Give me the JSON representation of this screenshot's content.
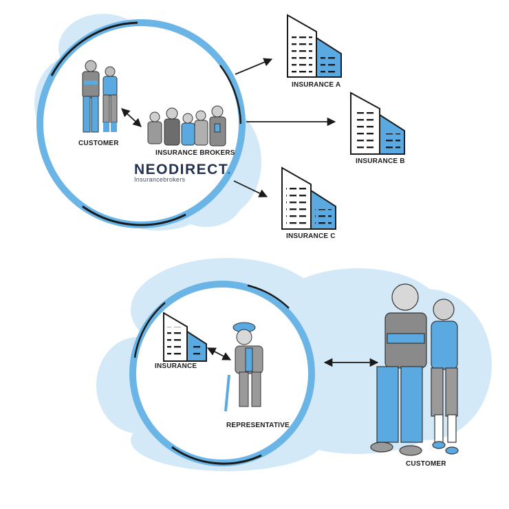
{
  "top": {
    "customer_label": "CUSTOMER",
    "brokers_label": "INSURANCE BROKERS",
    "logo_text": "NEODIRECT",
    "logo_dot": ".",
    "logo_subtitle": "Insurancebrokers",
    "insurers": [
      {
        "label": "INSURANCE A"
      },
      {
        "label": "INSURANCE B"
      },
      {
        "label": "INSURANCE C"
      }
    ]
  },
  "bottom": {
    "insurance_label": "INSURANCE",
    "representative_label": "REPRESENTATIVE",
    "customer_label": "CUSTOMER"
  },
  "colors": {
    "accent_blue": "#5aa9e0",
    "light_blue": "#cfe6f6",
    "ring_blue": "#6ab4e6",
    "dark_ink": "#1a1a1a"
  }
}
